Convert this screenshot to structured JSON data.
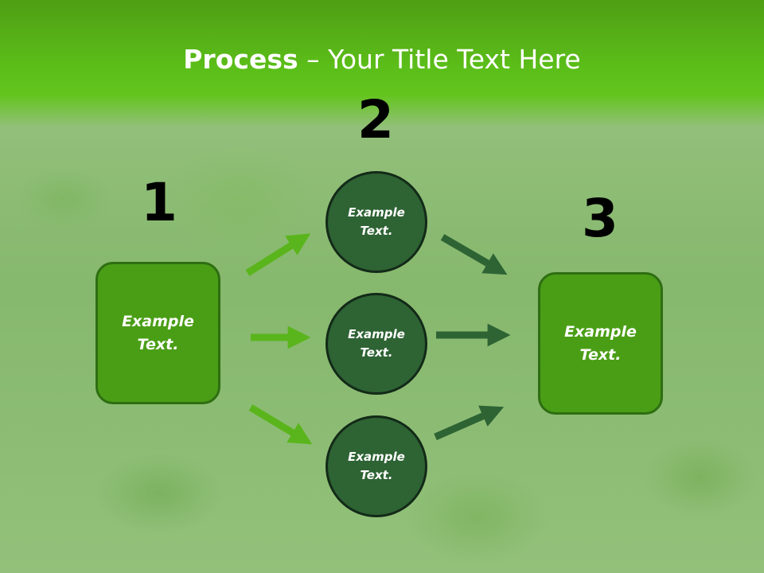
{
  "title": {
    "bold": "Process",
    "rest": " – Your Title Text Here"
  },
  "steps": {
    "n1": "1",
    "n2": "2",
    "n3": "3"
  },
  "box_left": "Example\nText.",
  "box_right": "Example\nText.",
  "circles": [
    "Example\nText.",
    "Example\nText.",
    "Example\nText."
  ],
  "colors": {
    "header": "#5cbf19",
    "box": "#4a9e16",
    "circle": "#2e6334",
    "arrow_light": "#5ab51c",
    "arrow_dark": "#2e6334"
  }
}
